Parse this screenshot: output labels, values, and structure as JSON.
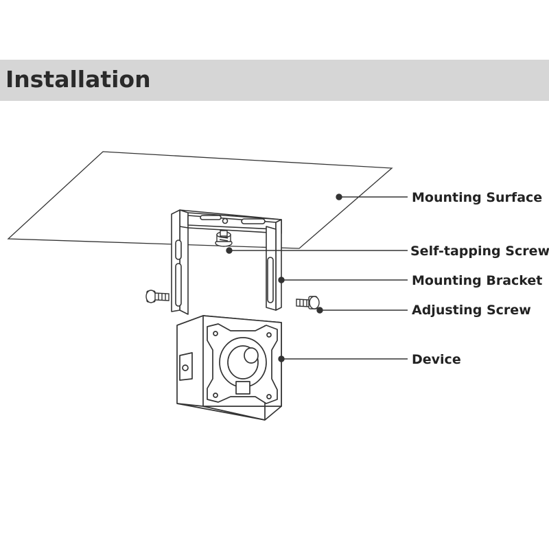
{
  "header": {
    "title": "Installation"
  },
  "callouts": {
    "mounting_surface": "Mounting Surface",
    "self_tapping_screw": "Self-tapping Screw",
    "mounting_bracket": "Mounting Bracket",
    "adjusting_screw": "Adjusting Screw",
    "device": "Device"
  },
  "colors": {
    "header_background": "#d6d6d6",
    "line": "#333333"
  }
}
